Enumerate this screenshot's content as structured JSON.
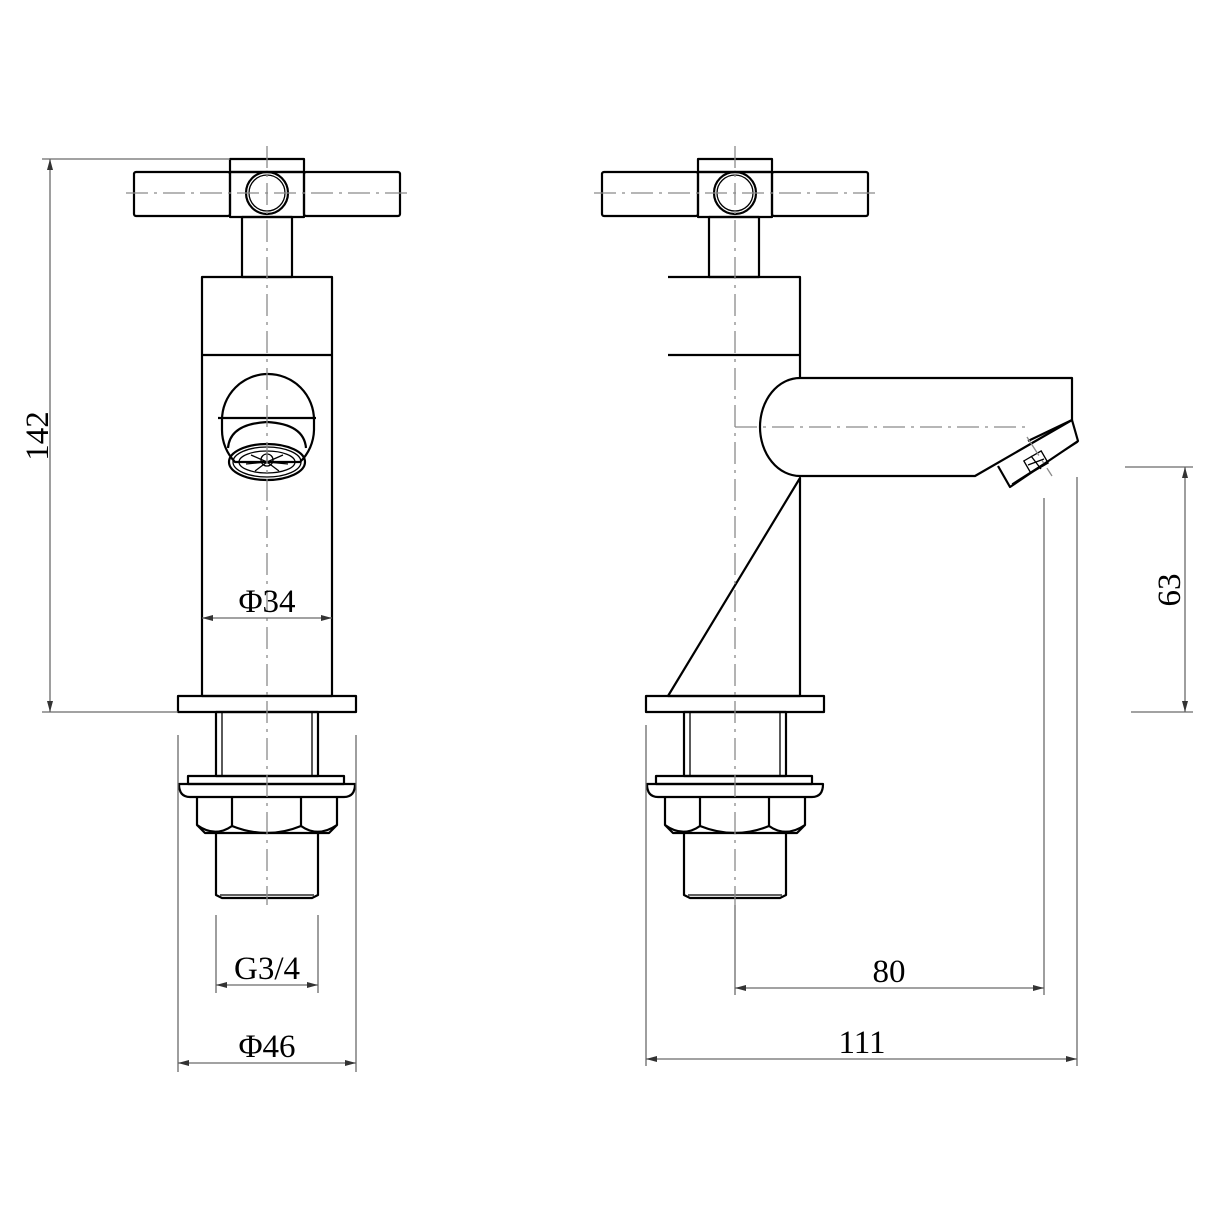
{
  "drawing": {
    "type": "technical-drawing",
    "subject": "cross-head basin pillar tap",
    "views": [
      {
        "name": "front-view"
      },
      {
        "name": "side-view"
      }
    ]
  },
  "dimensions": {
    "total_height": "142",
    "body_diameter": "Φ34",
    "thread_size": "G3/4",
    "base_diameter": "Φ46",
    "spout_height": "63",
    "spout_reach": "80",
    "total_depth": "111"
  },
  "colors": {
    "outline": "#000000",
    "centerline": "#8a8a8a",
    "dimension_line": "#6a6a6a",
    "background": "#ffffff"
  }
}
